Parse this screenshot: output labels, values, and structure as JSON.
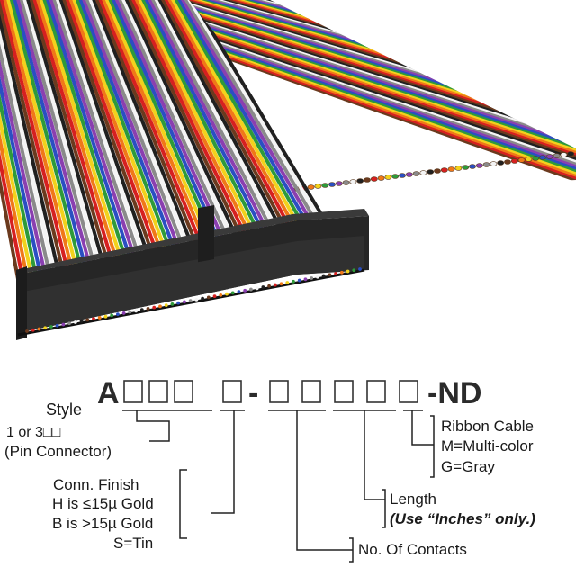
{
  "part_number": {
    "prefix": "A",
    "suffix": "-ND",
    "dash": "-",
    "first_group_boxes": 4,
    "second_group_boxes": 5
  },
  "labels": {
    "style_title": "Style",
    "style_line2": "1 or 3□□",
    "style_line3": "(Pin Connector)",
    "finish_title": "Conn. Finish",
    "finish_h": "H is ≤15µ  Gold",
    "finish_b": "B is >15µ  Gold",
    "finish_s": "S=Tin",
    "ribbon_title": "Ribbon Cable",
    "ribbon_m": "M=Multi-color",
    "ribbon_g": "G=Gray",
    "length_title": "Length",
    "length_note": "(Use “Inches” only.)",
    "contacts": "No. Of Contacts"
  },
  "colors": {
    "wire_palette": [
      "#6b3a1e",
      "#d62020",
      "#f07818",
      "#f2d21c",
      "#2e9a3a",
      "#2a4fc2",
      "#8a3fb0",
      "#8a8a8a",
      "#f4f4f4",
      "#202020"
    ],
    "connector": "#2c2c2c",
    "text": "#1a1a1a"
  }
}
